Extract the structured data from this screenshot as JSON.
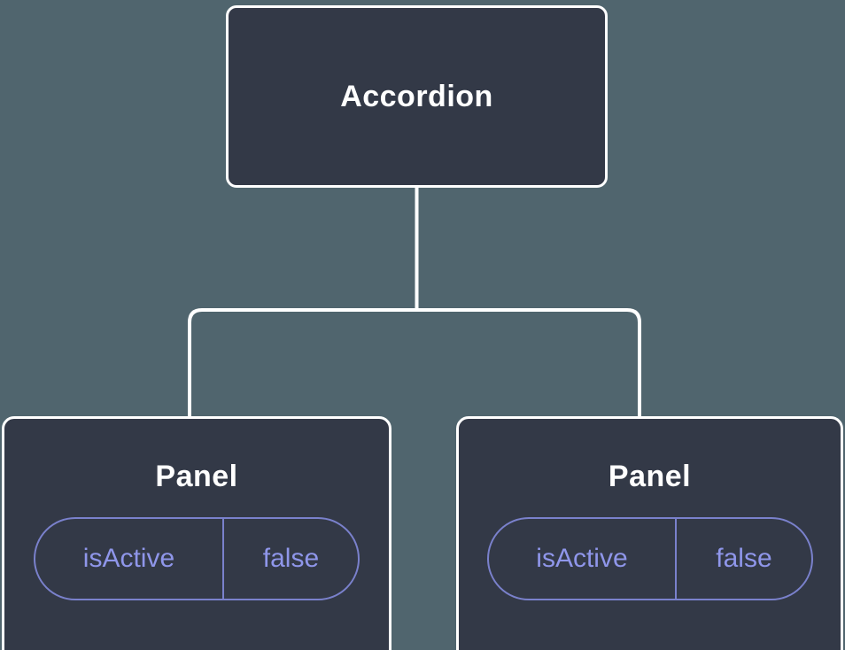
{
  "diagram": {
    "root": {
      "label": "Accordion"
    },
    "children": [
      {
        "label": "Panel",
        "props": [
          {
            "name": "isActive",
            "value": "false"
          }
        ]
      },
      {
        "label": "Panel",
        "props": [
          {
            "name": "isActive",
            "value": "false"
          }
        ]
      }
    ]
  },
  "colors": {
    "canvas_bg": "#50656e",
    "node_bg": "#333947",
    "node_border": "#ffffff",
    "node_text": "#ffffff",
    "connector": "#ffffff",
    "prop_border": "#7a81cc",
    "prop_text": "#8f96ea"
  }
}
